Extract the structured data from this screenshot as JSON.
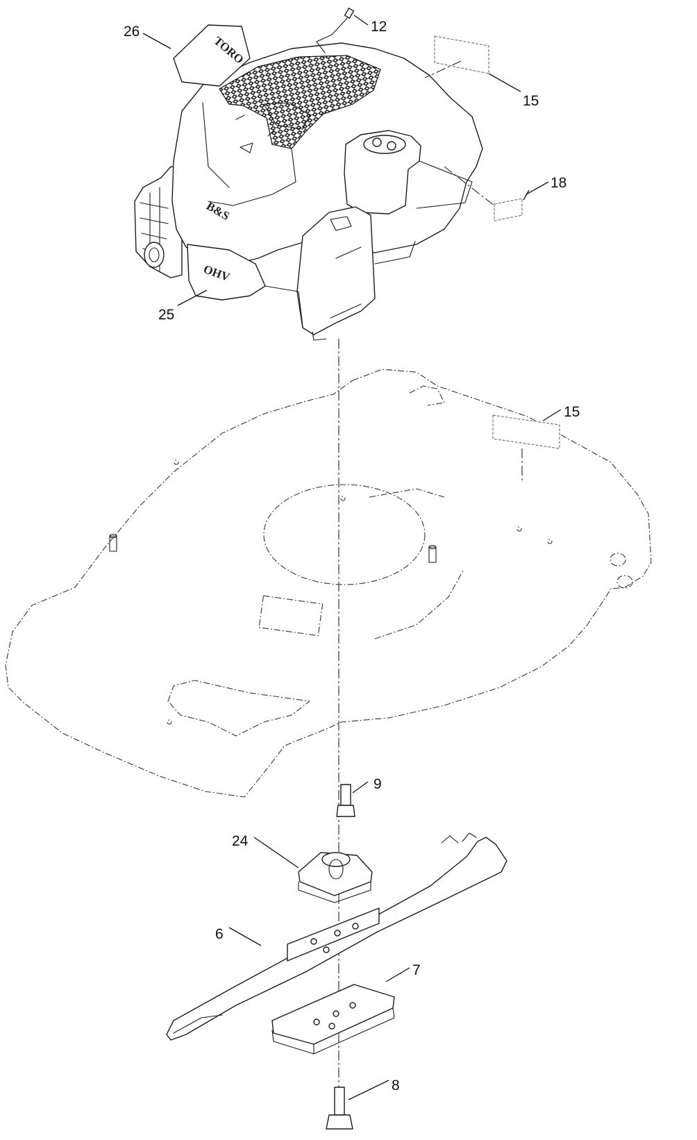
{
  "callouts": [
    {
      "id": "c26",
      "label": "26"
    },
    {
      "id": "c12",
      "label": "12"
    },
    {
      "id": "c15a",
      "label": "15"
    },
    {
      "id": "c18",
      "label": "18"
    },
    {
      "id": "c25",
      "label": "25"
    },
    {
      "id": "c15b",
      "label": "15"
    },
    {
      "id": "c9",
      "label": "9"
    },
    {
      "id": "c24",
      "label": "24"
    },
    {
      "id": "c6",
      "label": "6"
    },
    {
      "id": "c7",
      "label": "7"
    },
    {
      "id": "c8",
      "label": "8"
    }
  ],
  "decal_text": {
    "brand_decal": "TORO"
  }
}
